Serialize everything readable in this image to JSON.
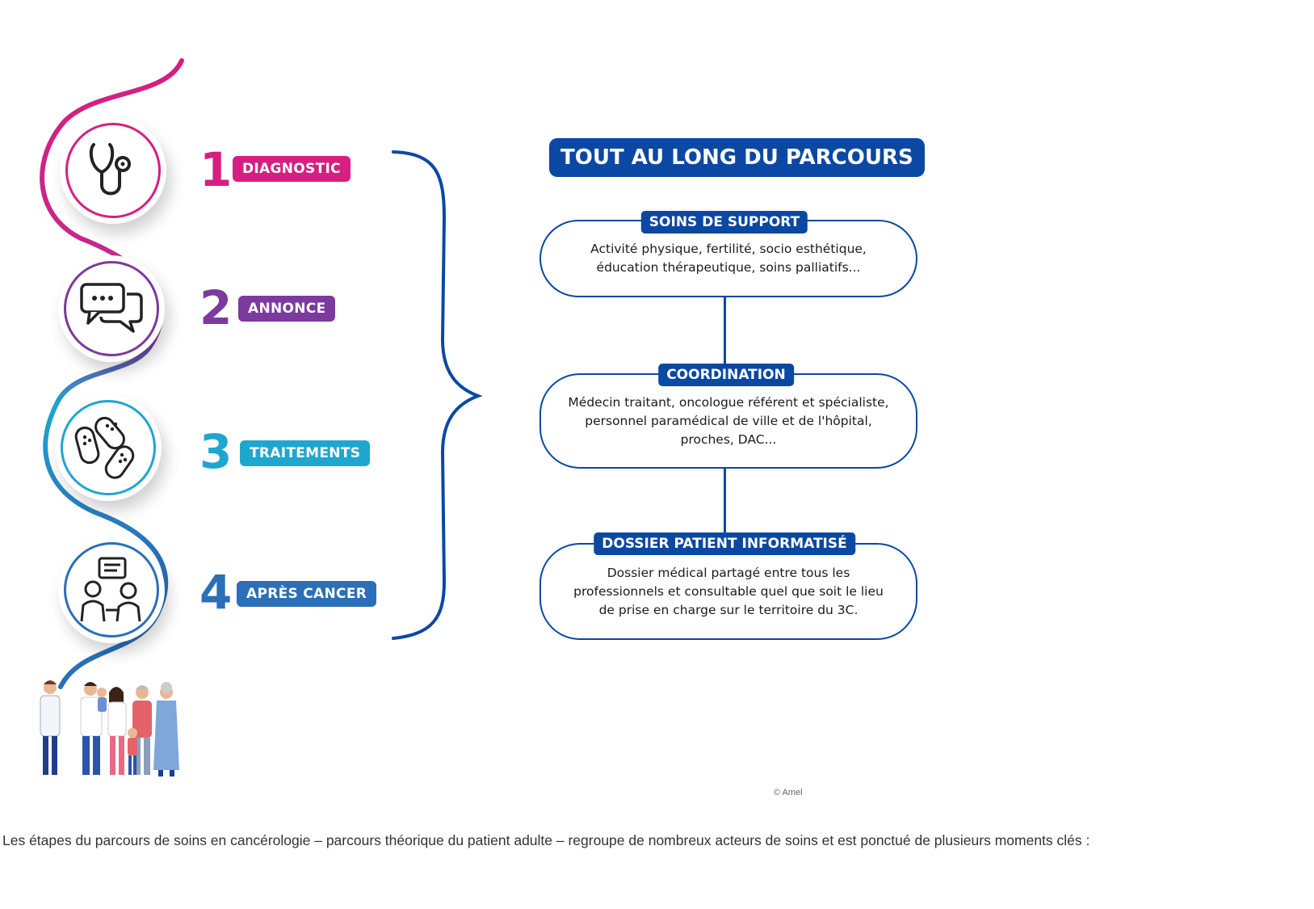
{
  "steps": [
    {
      "number": "1",
      "label": "DIAGNOSTIC",
      "color": "#d61f80",
      "icon": "stethoscope-icon"
    },
    {
      "number": "2",
      "label": "ANNONCE",
      "color": "#7a3a9e",
      "icon": "chat-bubbles-icon"
    },
    {
      "number": "3",
      "label": "TRAITEMENTS",
      "color": "#1fa6cf",
      "icon": "pills-icon"
    },
    {
      "number": "4",
      "label": "APRÈS CANCER",
      "color": "#2a6fb7",
      "icon": "consultation-icon"
    }
  ],
  "main_title": "TOUT AU LONG DU PARCOURS",
  "boxes": [
    {
      "label": "SOINS DE SUPPORT",
      "lines": [
        "Activité physique, fertilité, socio esthétique,",
        "éducation thérapeutique, soins palliatifs..."
      ]
    },
    {
      "label": "COORDINATION",
      "lines": [
        "Médecin traitant, oncologue référent et spécialiste,",
        "personnel paramédical de ville et de l'hôpital,",
        "proches, DAC..."
      ]
    },
    {
      "label": "DOSSIER PATIENT INFORMATISÉ",
      "lines": [
        "Dossier médical partagé entre tous les",
        "professionnels et consultable quel que soit le lieu",
        "de prise en charge sur le territoire du 3C."
      ]
    }
  ],
  "accent_color": "#0b48a3",
  "illustration": "family-with-doctor-illustration",
  "credit": "© Amel",
  "caption": "Les étapes du parcours de soins en cancérologie – parcours théorique du patient adulte – regroupe de nombreux acteurs de soins et est ponctué de plusieurs moments clés :"
}
